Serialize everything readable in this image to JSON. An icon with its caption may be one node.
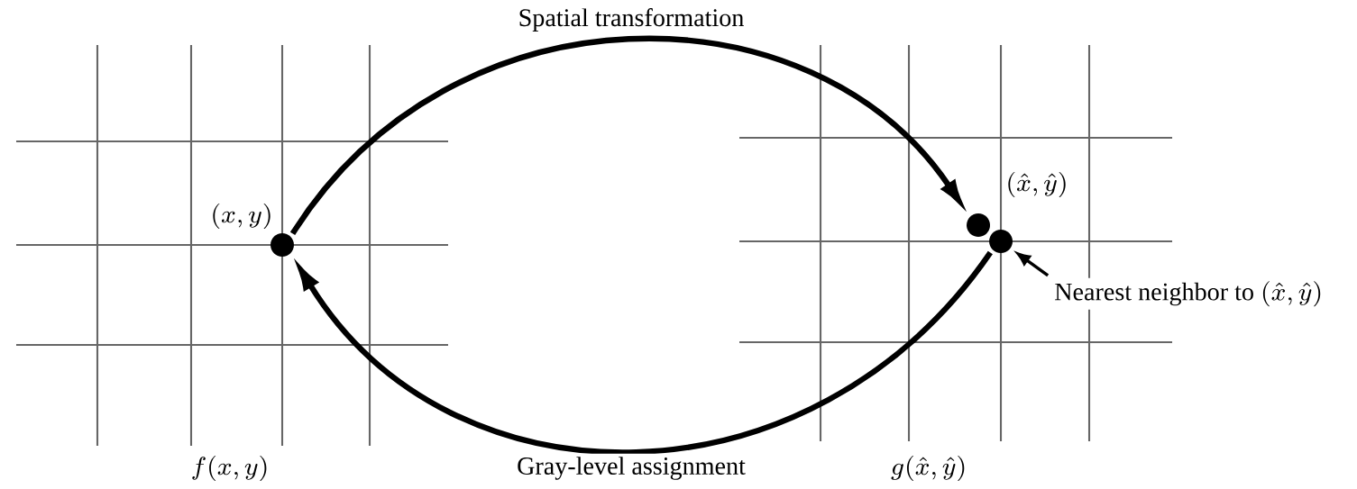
{
  "diagram": {
    "nodes": [
      {
        "text": [],
        "shape": "circle",
        "beside": [
          "(x, y)"
        ]
      },
      {
        "text": [],
        "shape": "circle",
        "beside": [
          "(\\hat{x}, \\hat{y})"
        ]
      },
      {
        "text": [],
        "shape": "circle"
      },
      {
        "text": [
          "\\text{Nearest neighbor to } (\\hat{x}, \\hat{y})"
        ]
      }
    ],
    "edges": [
      {
        "from": 0,
        "to": 1,
        "arrow": "to",
        "label": "Spatial transformation"
      },
      {
        "from": 2,
        "to": 0,
        "arrow": "to",
        "label": "Gray-level assignment"
      },
      {
        "from": 3,
        "to": 2,
        "arrow": "to"
      }
    ],
    "labels": [
      "f(x, y)",
      "g(\\hat{x}, \\hat{y})"
    ]
  }
}
